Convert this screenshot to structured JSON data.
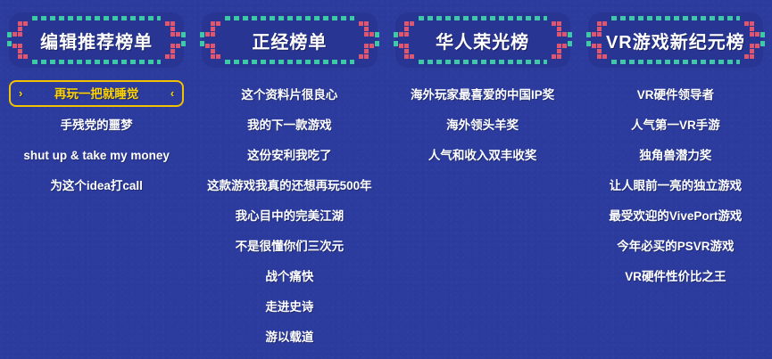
{
  "theme": {
    "background_color": "#2c3b9e",
    "plate_color": "#283593",
    "dash_teal": "#3ec9a7",
    "dash_pink": "#e0566f",
    "highlight_yellow": "#ffd400",
    "text_white": "#ffffff"
  },
  "columns": [
    {
      "title": "编辑推荐榜单",
      "items": [
        {
          "label": "再玩一把就睡觉",
          "selected": true,
          "left_icon": "chevron-right-icon",
          "left_glyph": "›",
          "right_icon": "chevron-left-icon",
          "right_glyph": "‹"
        },
        {
          "label": "手残党的噩梦",
          "selected": false
        },
        {
          "label": "shut up & take my money",
          "selected": false
        },
        {
          "label": "为这个idea打call",
          "selected": false
        }
      ]
    },
    {
      "title": "正经榜单",
      "items": [
        {
          "label": "这个资料片很良心",
          "selected": false
        },
        {
          "label": "我的下一款游戏",
          "selected": false
        },
        {
          "label": "这份安利我吃了",
          "selected": false
        },
        {
          "label": "这款游戏我真的还想再玩500年",
          "selected": false
        },
        {
          "label": "我心目中的完美江湖",
          "selected": false
        },
        {
          "label": "不是很懂你们三次元",
          "selected": false
        },
        {
          "label": "战个痛快",
          "selected": false
        },
        {
          "label": "走进史诗",
          "selected": false
        },
        {
          "label": "游以载道",
          "selected": false
        }
      ]
    },
    {
      "title": "华人荣光榜",
      "items": [
        {
          "label": "海外玩家最喜爱的中国IP奖",
          "selected": false
        },
        {
          "label": "海外领头羊奖",
          "selected": false
        },
        {
          "label": "人气和收入双丰收奖",
          "selected": false
        }
      ]
    },
    {
      "title": "VR游戏新纪元榜",
      "items": [
        {
          "label": "VR硬件领导者",
          "selected": false
        },
        {
          "label": "人气第一VR手游",
          "selected": false
        },
        {
          "label": "独角兽潜力奖",
          "selected": false
        },
        {
          "label": "让人眼前一亮的独立游戏",
          "selected": false
        },
        {
          "label": "最受欢迎的VivePort游戏",
          "selected": false
        },
        {
          "label": "今年必买的PSVR游戏",
          "selected": false
        },
        {
          "label": "VR硬件性价比之王",
          "selected": false
        }
      ]
    }
  ]
}
